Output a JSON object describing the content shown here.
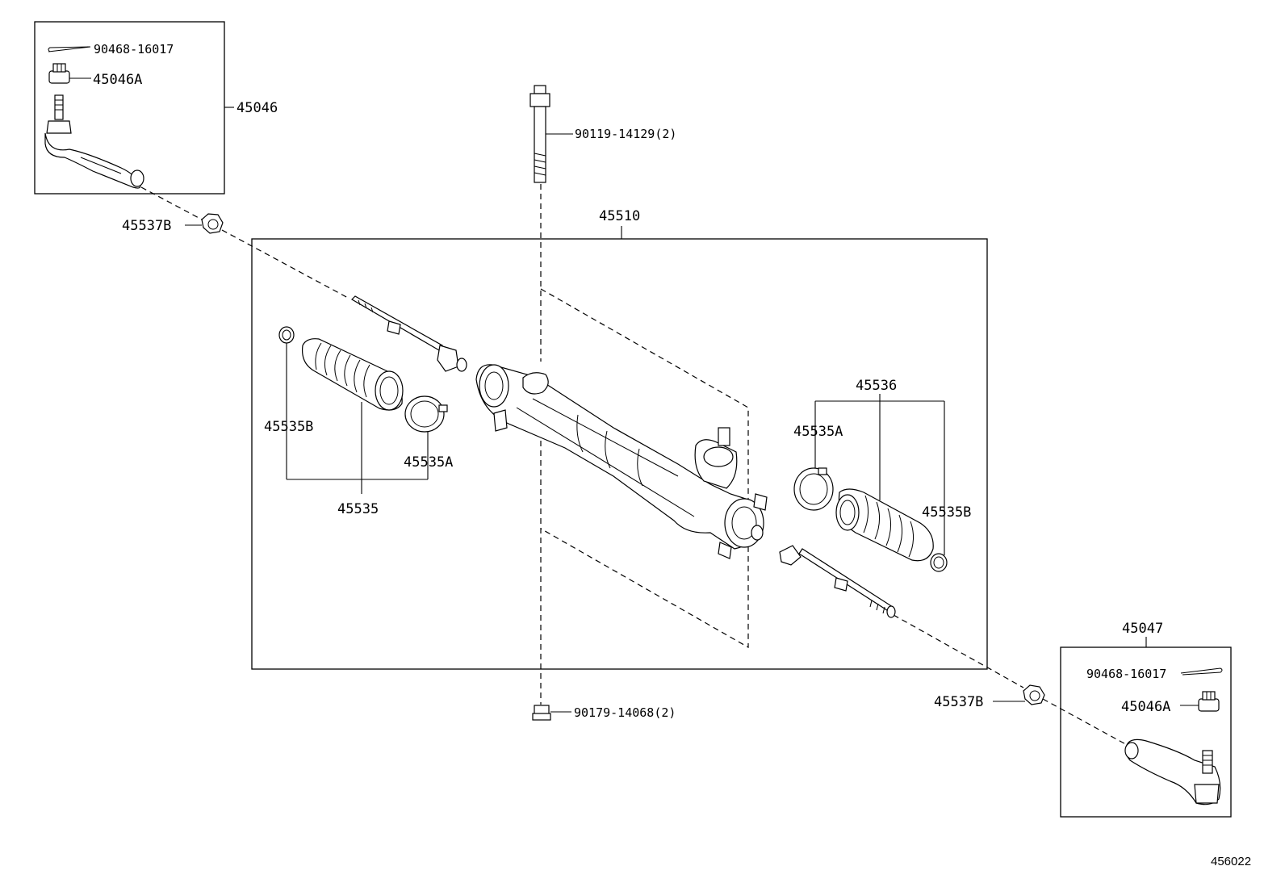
{
  "labels": {
    "cotter_pin_left": "90468-16017",
    "nut_left": "45046A",
    "tie_rod_end_left": "45046",
    "bolt": "90119-14129(2)",
    "lock_nut_left": "45537B",
    "gear_assembly": "45510",
    "clip_left": "45535B",
    "clamp_left": "45535A",
    "boot_left": "45535",
    "boot_right_group": "45536",
    "clamp_right": "45535A",
    "clip_right": "45535B",
    "tie_rod_end_right": "45047",
    "cotter_pin_right": "90468-16017",
    "nut_right": "45046A",
    "lock_nut_right": "45537B",
    "nut_bottom": "90179-14068(2)",
    "diagram_id": "456022"
  }
}
